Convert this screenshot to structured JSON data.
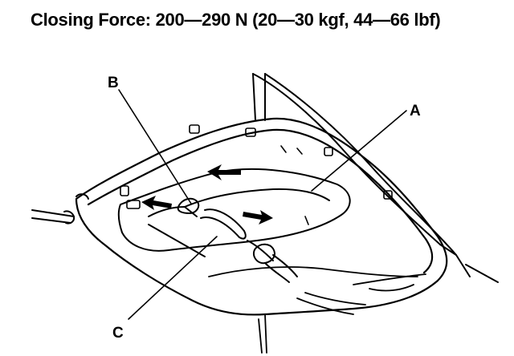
{
  "title": "Closing Force: 200—290 N (20—30 kgf, 44—66 lbf)",
  "callouts": {
    "a": "A",
    "b": "B",
    "c": "C"
  },
  "colors": {
    "ink": "#000000",
    "paper": "#ffffff"
  }
}
